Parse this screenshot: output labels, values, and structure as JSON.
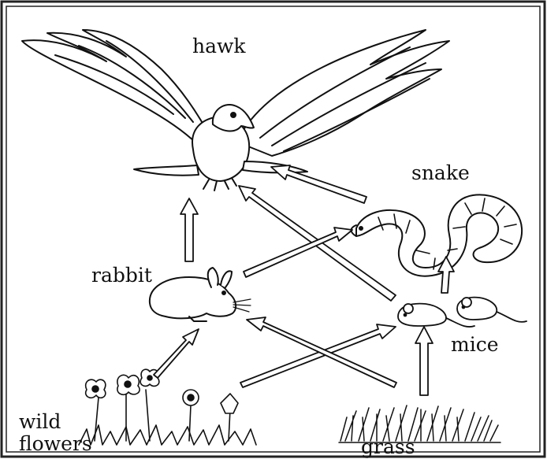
{
  "diagram": {
    "type": "food web",
    "organisms": {
      "hawk": "hawk",
      "snake": "snake",
      "rabbit": "rabbit",
      "mice": "mice",
      "wild_flowers_line1": "wild",
      "wild_flowers_line2": "flowers",
      "grass": "grass"
    },
    "arrows": [
      {
        "from": "rabbit",
        "to": "hawk"
      },
      {
        "from": "snake",
        "to": "hawk"
      },
      {
        "from": "mice",
        "to": "hawk"
      },
      {
        "from": "rabbit",
        "to": "snake"
      },
      {
        "from": "mice",
        "to": "snake"
      },
      {
        "from": "wild flowers",
        "to": "rabbit"
      },
      {
        "from": "wild flowers",
        "to": "mice"
      },
      {
        "from": "grass",
        "to": "rabbit"
      },
      {
        "from": "grass",
        "to": "mice"
      }
    ]
  }
}
